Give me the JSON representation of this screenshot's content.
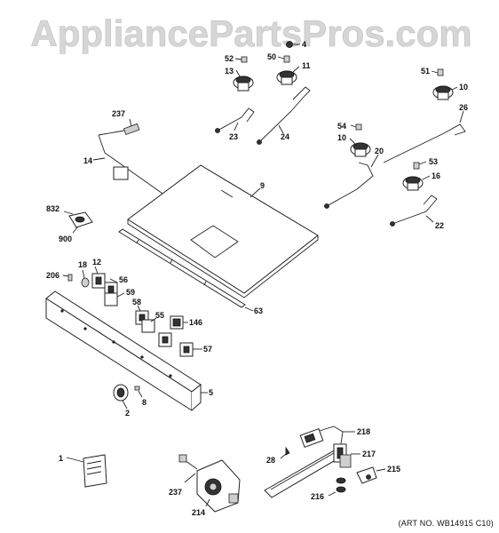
{
  "watermark": "AppliancePartsPros.com",
  "art_no": "(ART NO. WB14915 C10)",
  "labels": {
    "l4": "4",
    "l52": "52",
    "l50": "50",
    "l13": "13",
    "l11": "11",
    "l237a": "237",
    "l23": "23",
    "l24": "24",
    "l14": "14",
    "l51": "51",
    "l10a": "10",
    "l26": "26",
    "l54": "54",
    "l10b": "10",
    "l20": "20",
    "l53": "53",
    "l16": "16",
    "l22": "22",
    "l9": "9",
    "l832": "832",
    "l900": "900",
    "l206": "206",
    "l18": "18",
    "l12": "12",
    "l56": "56",
    "l59": "59",
    "l58": "58",
    "l55": "55",
    "l146": "146",
    "l63": "63",
    "l57": "57",
    "l5": "5",
    "l8": "8",
    "l2": "2",
    "l1": "1",
    "l237b": "237",
    "l214": "214",
    "l28": "28",
    "l218": "218",
    "l217": "217",
    "l215": "215",
    "l216": "216"
  }
}
